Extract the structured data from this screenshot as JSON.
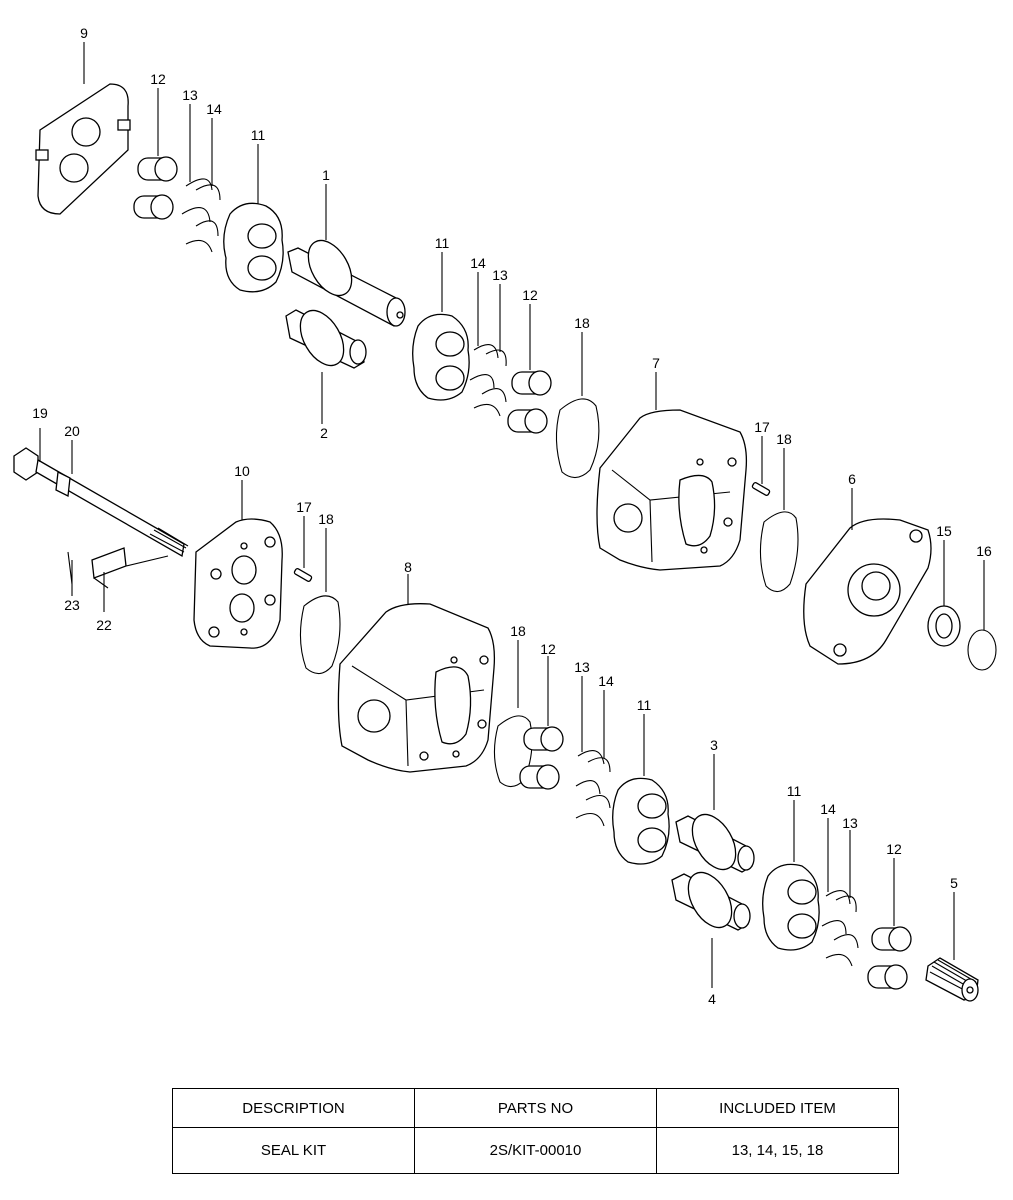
{
  "callouts": [
    "9",
    "12",
    "13",
    "14",
    "11",
    "1",
    "2",
    "11",
    "14",
    "13",
    "12",
    "18",
    "7",
    "17",
    "18",
    "6",
    "15",
    "16",
    "19",
    "20",
    "10",
    "17",
    "18",
    "23",
    "22",
    "8",
    "18",
    "12",
    "13",
    "14",
    "11",
    "3",
    "11",
    "14",
    "13",
    "12",
    "5",
    "4"
  ],
  "table": {
    "headers": [
      "DESCRIPTION",
      "PARTS NO",
      "INCLUDED ITEM"
    ],
    "rows": [
      [
        "SEAL KIT",
        "2S/KIT-00010",
        "13, 14, 15, 18"
      ]
    ]
  }
}
